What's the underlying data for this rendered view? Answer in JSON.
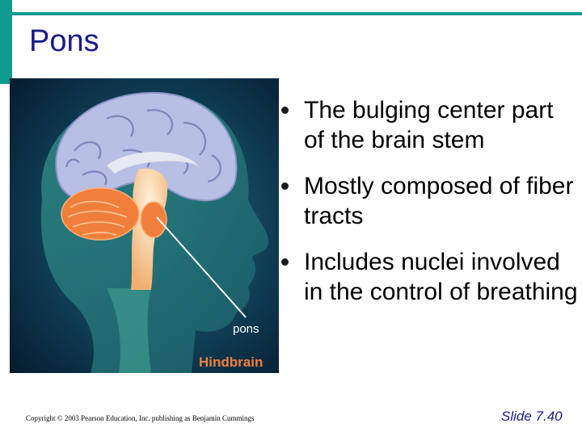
{
  "slide": {
    "title": "Pons",
    "bullets": [
      "The bulging center part of the brain stem",
      "Mostly composed of fiber tracts",
      "Includes nuclei involved in the control of breathing"
    ],
    "copyright": "Copyright © 2003 Pearson Education, Inc. publishing as Benjamin Cummings",
    "slide_number": "Slide 7.40"
  },
  "figure": {
    "label_pons": "pons",
    "label_hindbrain": "Hindbrain"
  },
  "colors": {
    "accent": "#0f9b8e",
    "title": "#1a1a8c",
    "hindbrain": "#f07f3c"
  }
}
